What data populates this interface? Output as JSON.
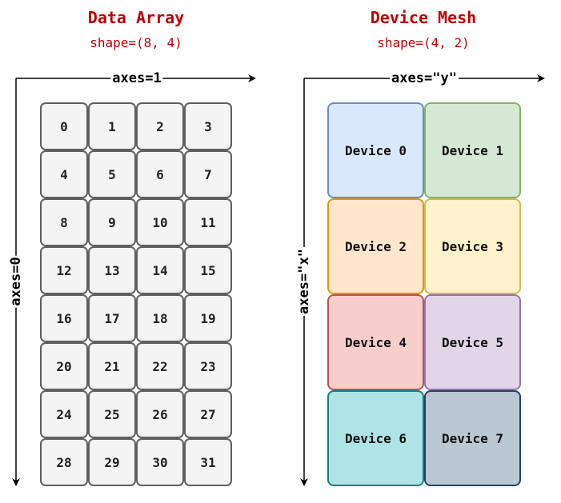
{
  "left_panel": {
    "title": "Data Array",
    "subtitle": "shape=(8, 4)",
    "axis_horizontal": "axes=1",
    "axis_vertical": "axes=0",
    "cells": [
      "0",
      "1",
      "2",
      "3",
      "4",
      "5",
      "6",
      "7",
      "8",
      "9",
      "10",
      "11",
      "12",
      "13",
      "14",
      "15",
      "16",
      "17",
      "18",
      "19",
      "20",
      "21",
      "22",
      "23",
      "24",
      "25",
      "26",
      "27",
      "28",
      "29",
      "30",
      "31"
    ]
  },
  "right_panel": {
    "title": "Device Mesh",
    "subtitle": "shape=(4, 2)",
    "axis_horizontal": "axes=\"y\"",
    "axis_vertical": "axes=\"x\"",
    "devices": [
      {
        "label": "Device 0",
        "fill": "#dae8fc",
        "stroke": "#6c8ebf"
      },
      {
        "label": "Device 1",
        "fill": "#d5e8d4",
        "stroke": "#82b366"
      },
      {
        "label": "Device 2",
        "fill": "#ffe6cc",
        "stroke": "#d79b00"
      },
      {
        "label": "Device 3",
        "fill": "#fff2cc",
        "stroke": "#d6b656"
      },
      {
        "label": "Device 4",
        "fill": "#f8cecc",
        "stroke": "#b85450"
      },
      {
        "label": "Device 5",
        "fill": "#e1d5e7",
        "stroke": "#9673a6"
      },
      {
        "label": "Device 6",
        "fill": "#b0e3e6",
        "stroke": "#0e8088"
      },
      {
        "label": "Device 7",
        "fill": "#bac8d3",
        "stroke": "#23445d"
      }
    ]
  },
  "colors": {
    "title": "#c00000",
    "cell_fill": "#f4f4f4",
    "cell_stroke": "#5f5f5f",
    "axis": "#000000"
  }
}
